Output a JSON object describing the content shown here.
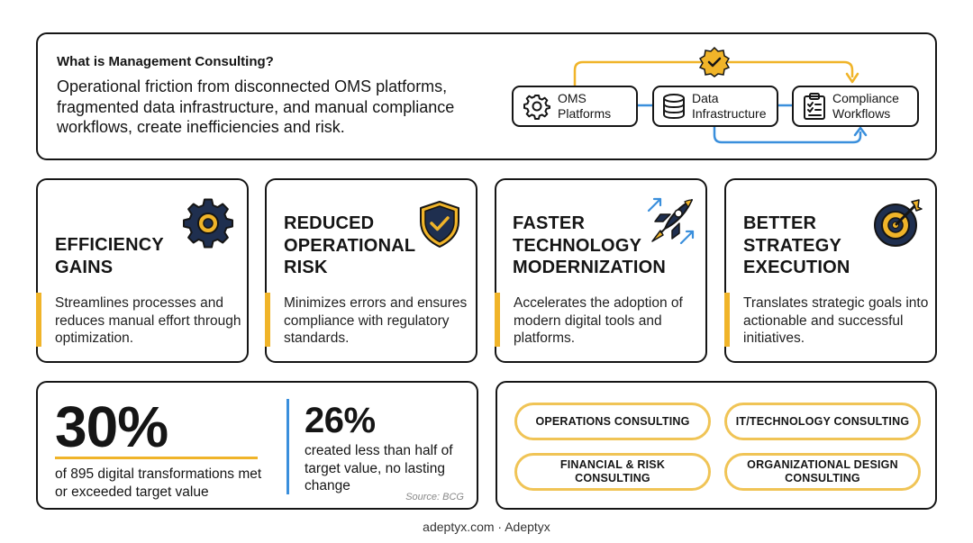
{
  "header": {
    "kicker": "What is Management Consulting?",
    "body": "Operational friction from disconnected OMS platforms, fragmented data infrastructure, and manual compliance workflows, create inefficiencies and risk.",
    "flow": [
      {
        "label": "OMS Platforms",
        "icon": "gear-icon"
      },
      {
        "label": "Data Infrastructure",
        "icon": "database-icon"
      },
      {
        "label": "Compliance Workflows",
        "icon": "clipboard-checklist-icon"
      }
    ]
  },
  "features": [
    {
      "title": "EFFICIENCY GAINS",
      "desc": "Streamlines processes and reduces manual effort through optimization.",
      "icon": "gear-icon"
    },
    {
      "title": "REDUCED OPERATIONAL RISK",
      "desc": "Minimizes errors and ensures compliance with regulatory standards.",
      "icon": "shield-check-icon"
    },
    {
      "title": "FASTER TECHNOLOGY MODERNIZATION",
      "desc": "Accelerates the adoption of modern digital tools and platforms.",
      "icon": "rocket-icon"
    },
    {
      "title": "BETTER STRATEGY EXECUTION",
      "desc": "Translates strategic goals into actionable and successful initiatives.",
      "icon": "target-icon"
    }
  ],
  "stats": {
    "primary_value": "30%",
    "primary_desc": "of 895 digital transformations met or exceeded target value",
    "secondary_value": "26%",
    "secondary_desc": "created less than half of target value, no lasting change",
    "source": "Source: BCG"
  },
  "services": [
    "OPERATIONS CONSULTING",
    "IT/TECHNOLOGY CONSULTING",
    "FINANCIAL & RISK CONSULTING",
    "ORGANIZATIONAL DESIGN CONSULTING"
  ],
  "footer": "adeptyx.com · Adeptyx",
  "colors": {
    "accent_yellow": "#f0b429",
    "accent_blue": "#3a8fdc",
    "navy": "#1f2f4f",
    "ink": "#151515"
  }
}
